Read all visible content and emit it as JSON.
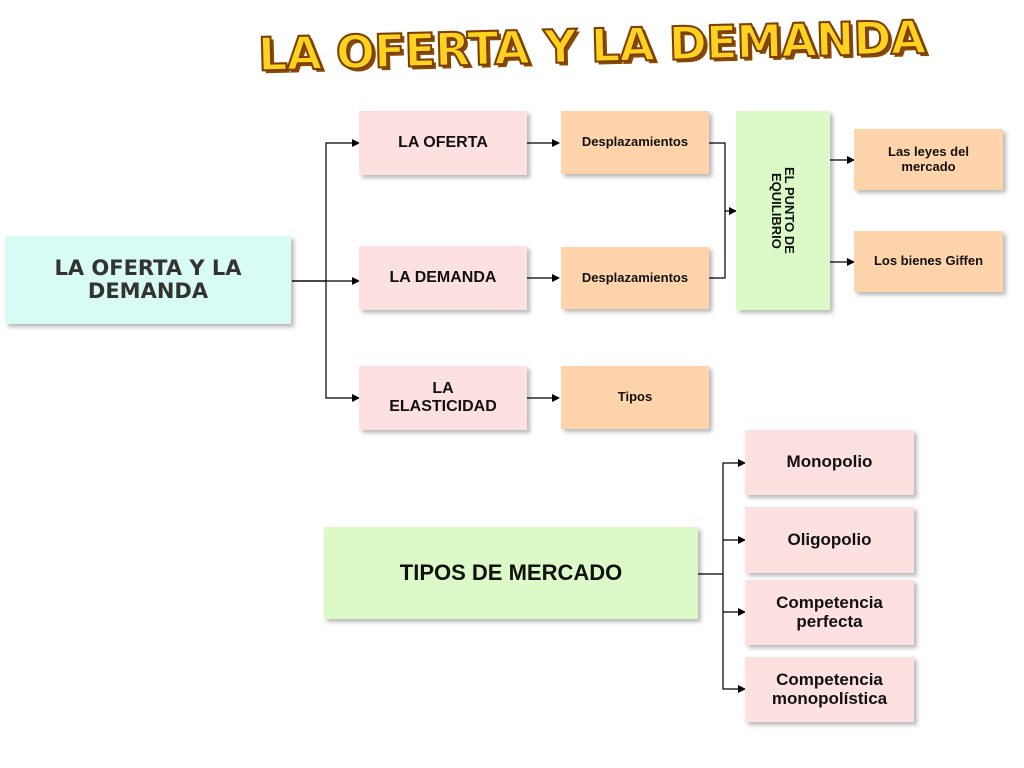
{
  "title": "LA OFERTA Y LA DEMANDA",
  "map1": {
    "root": "LA OFERTA Y LA DEMANDA",
    "oferta": "LA OFERTA",
    "demanda": "LA DEMANDA",
    "elasticidad": "LA ELASTICIDAD",
    "desplazamientos_oferta": "Desplazamientos",
    "desplazamientos_demanda": "Desplazamientos",
    "tipos": "Tipos",
    "equilibrio": "EL PUNTO DE EQUILIBRIO",
    "leyes": "Las leyes del mercado",
    "giffen": "Los bienes Giffen"
  },
  "map2": {
    "root": "TIPOS DE MERCADO",
    "monopolio": "Monopolio",
    "oligopolio": "Oligopolio",
    "competencia_perfecta": "Competencia perfecta",
    "competencia_monopolistica": "Competencia monopolística"
  },
  "colors": {
    "pink": "#fde0e0",
    "orange": "#ffd4aa",
    "green": "#dcfac8",
    "cyan": "#d8fbf5",
    "title": "#ffd21f"
  }
}
